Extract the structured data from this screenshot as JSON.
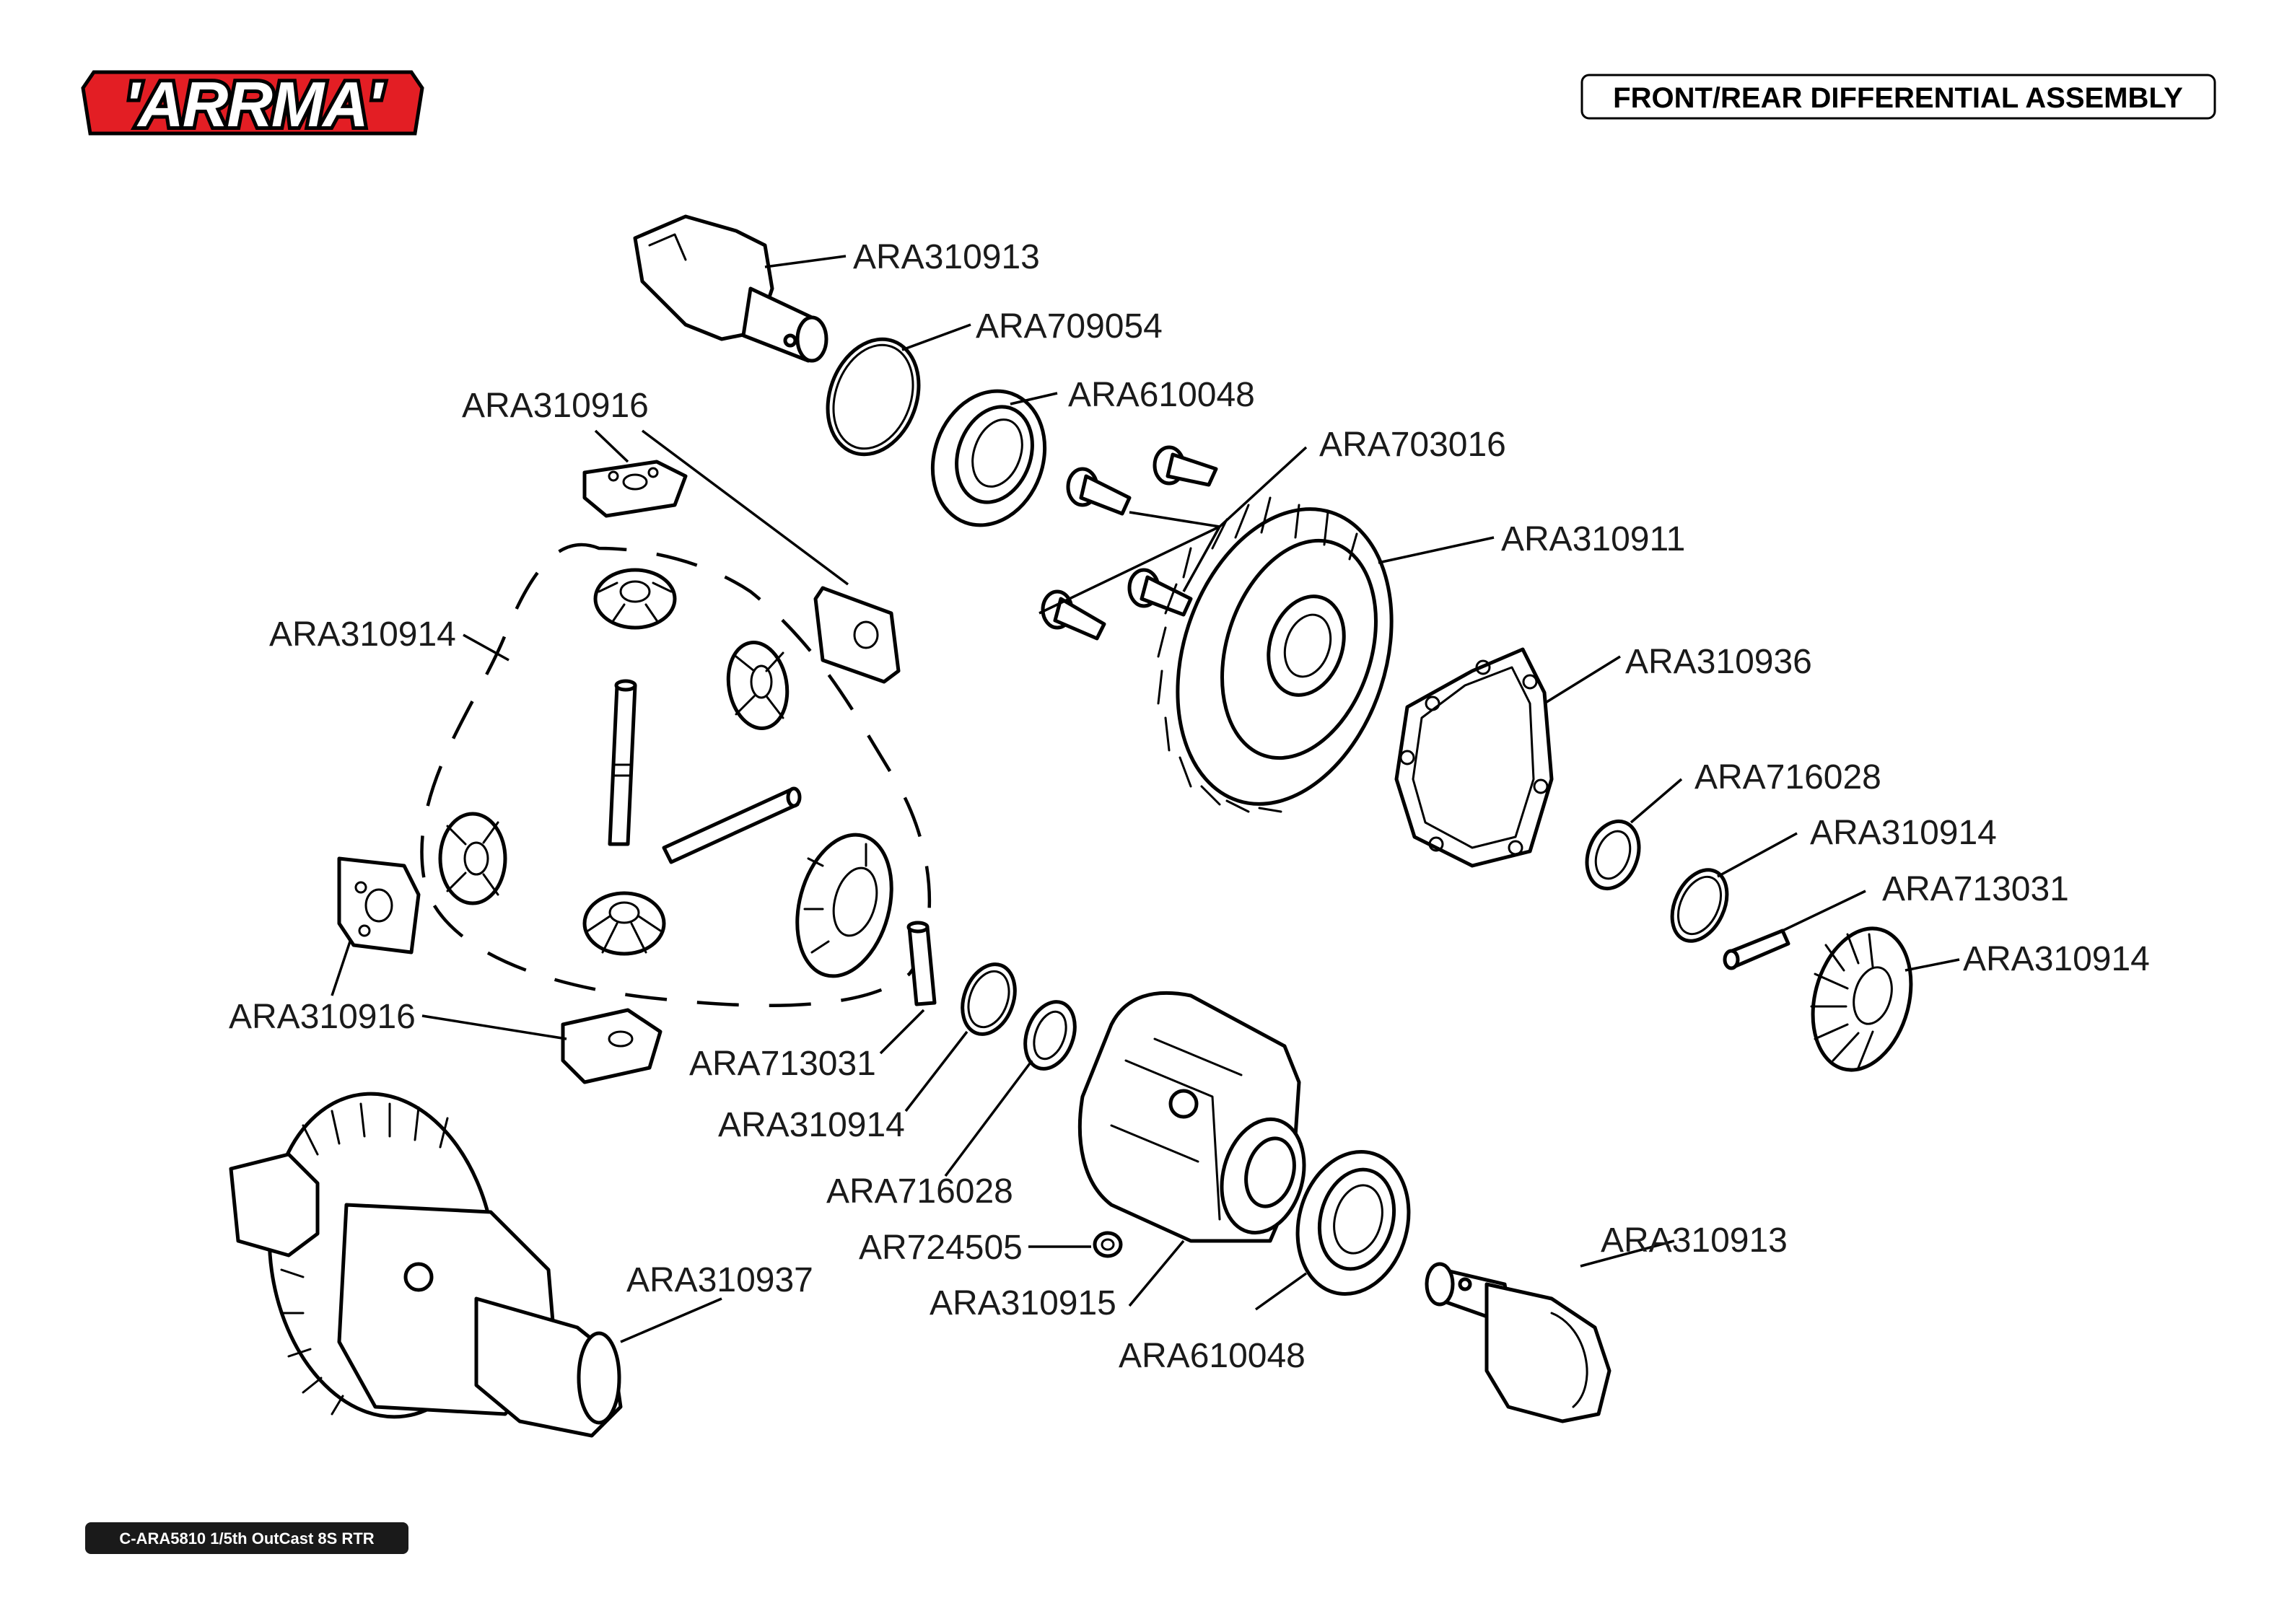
{
  "brand": {
    "logo_text": "'ARRMA'",
    "accent_color": "#e31e24"
  },
  "header": {
    "title": "FRONT/REAR DIFFERENTIAL ASSEMBLY"
  },
  "footer": {
    "model_code": "C-ARA5810 1/5th OutCast 8S RTR"
  },
  "callouts": [
    {
      "id": "outdrive-top",
      "part_no": "ARA310913"
    },
    {
      "id": "oring-top",
      "part_no": "ARA709054"
    },
    {
      "id": "bearing-top",
      "part_no": "ARA610048"
    },
    {
      "id": "screws",
      "part_no": "ARA703016"
    },
    {
      "id": "ring-gear",
      "part_no": "ARA310911"
    },
    {
      "id": "gasket",
      "part_no": "ARA310936"
    },
    {
      "id": "spacer-right",
      "part_no": "ARA716028"
    },
    {
      "id": "washer-right",
      "part_no": "ARA310914"
    },
    {
      "id": "pin-right",
      "part_no": "ARA713031"
    },
    {
      "id": "gear-right",
      "part_no": "ARA310914"
    },
    {
      "id": "holder-top",
      "part_no": "ARA310916"
    },
    {
      "id": "gearset-group",
      "part_no": "ARA310914"
    },
    {
      "id": "holder-bottom",
      "part_no": "ARA310916"
    },
    {
      "id": "pin-left",
      "part_no": "ARA713031"
    },
    {
      "id": "washer-left",
      "part_no": "ARA310914"
    },
    {
      "id": "spacer-left",
      "part_no": "ARA716028"
    },
    {
      "id": "set-screw",
      "part_no": "AR724505"
    },
    {
      "id": "diff-case",
      "part_no": "ARA310915"
    },
    {
      "id": "bearing-bottom",
      "part_no": "ARA610048"
    },
    {
      "id": "outdrive-bottom",
      "part_no": "ARA310913"
    },
    {
      "id": "diff-assembled",
      "part_no": "ARA310937"
    }
  ]
}
